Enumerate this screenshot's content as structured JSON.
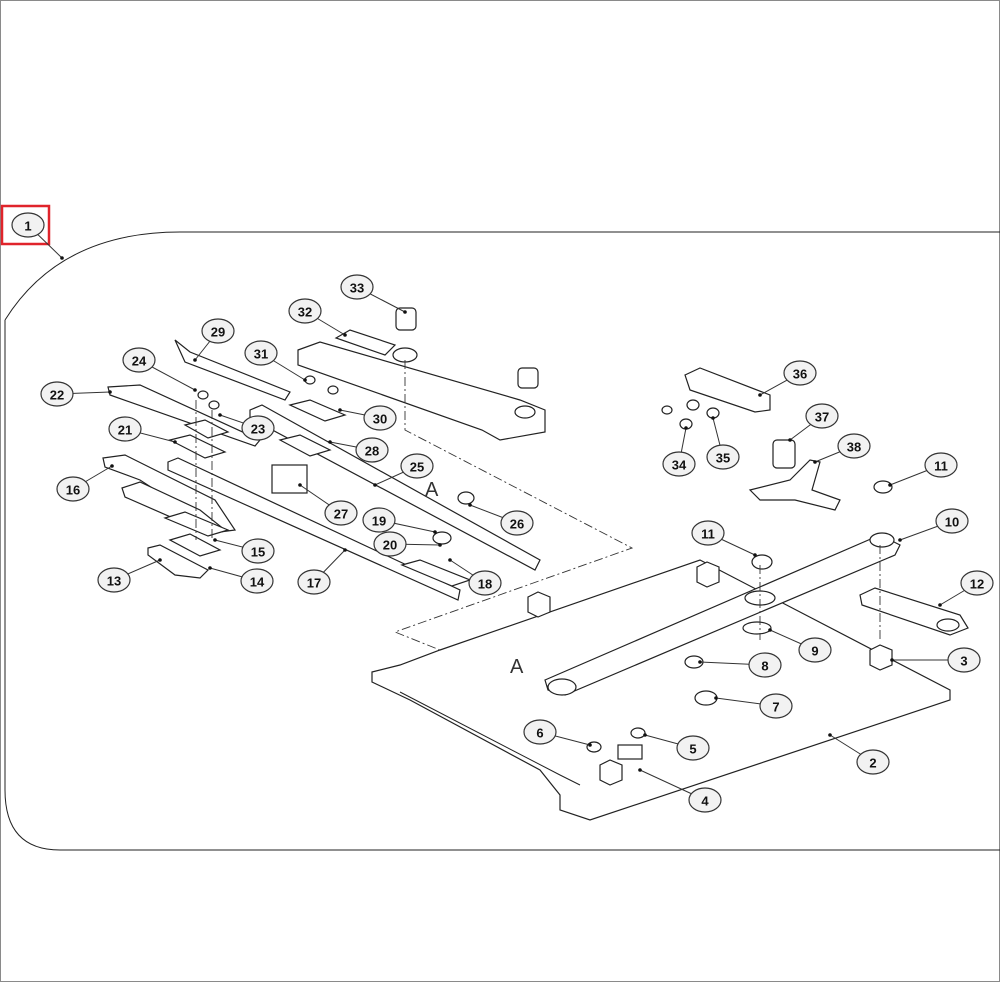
{
  "diagram": {
    "selected_callout": "1",
    "highlight_color": "#e0242b",
    "section_letters": [
      "A",
      "A"
    ],
    "callouts": [
      "1",
      "33",
      "32",
      "29",
      "31",
      "24",
      "36",
      "22",
      "30",
      "23",
      "21",
      "37",
      "28",
      "38",
      "34",
      "35",
      "11",
      "25",
      "16",
      "27",
      "26",
      "10",
      "19",
      "11",
      "20",
      "15",
      "18",
      "17",
      "13",
      "14",
      "12",
      "9",
      "3",
      "8",
      "7",
      "6",
      "5",
      "2",
      "4"
    ]
  }
}
